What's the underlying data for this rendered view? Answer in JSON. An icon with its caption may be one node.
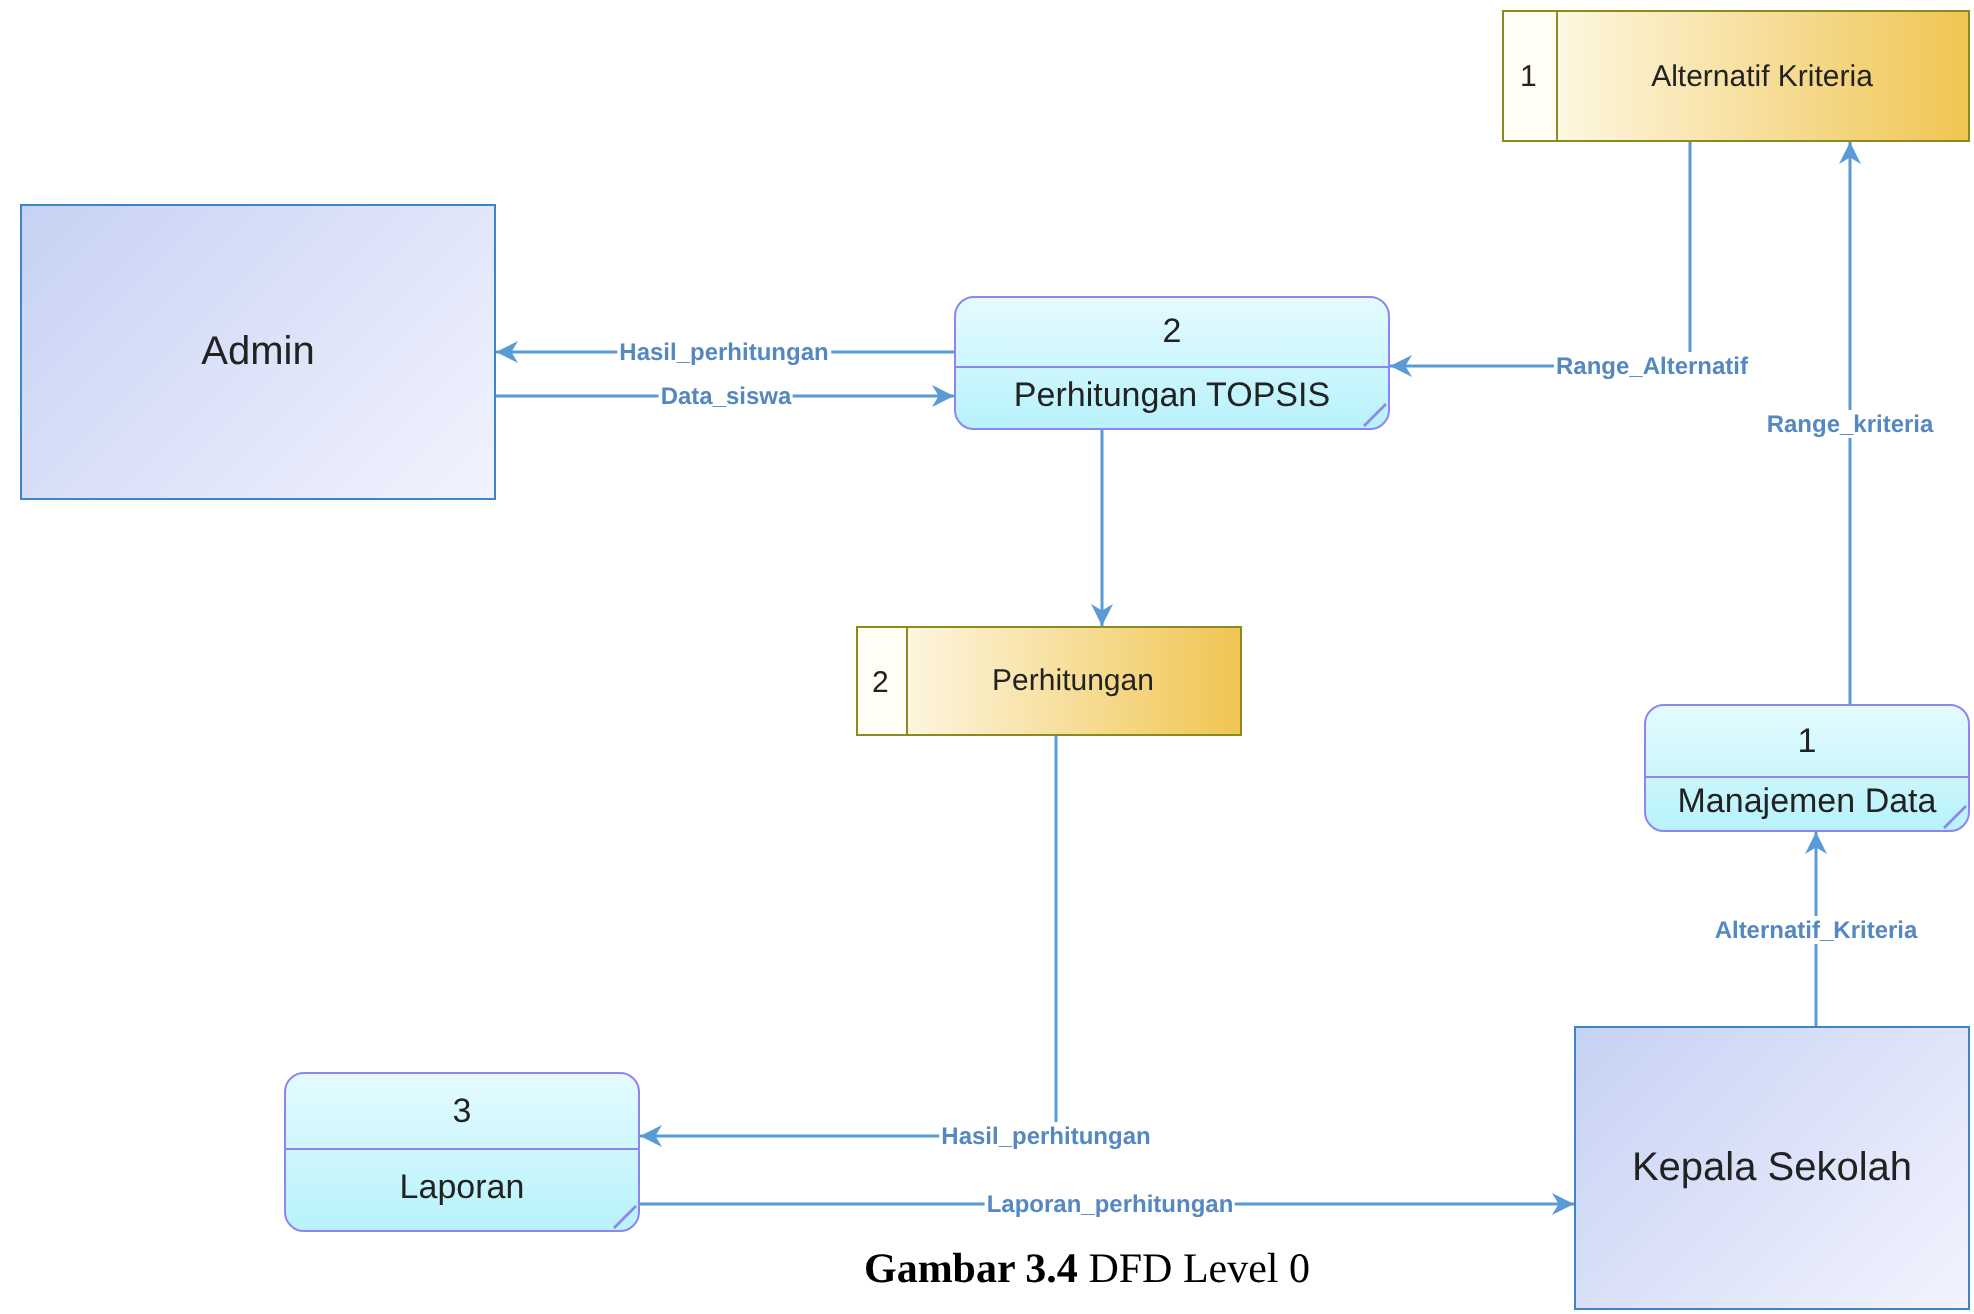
{
  "diagram": {
    "caption": "**Gambar 3.4** DFD Level 0",
    "nodes": [
      {
        "text": [
          "Admin"
        ]
      },
      {
        "text": [
          "2",
          "Perhitungan TOPSIS"
        ]
      },
      {
        "text": [
          "1",
          "Alternatif Kriteria"
        ]
      },
      {
        "text": [
          "2",
          "Perhitungan"
        ]
      },
      {
        "text": [
          "1",
          "Manajemen Data"
        ]
      },
      {
        "text": [
          "3",
          "Laporan"
        ]
      },
      {
        "text": [
          "Kepala Sekolah"
        ]
      }
    ],
    "edges": [
      {
        "from": 1,
        "to": 0,
        "arrow": "to",
        "label": "Hasil_perhitungan"
      },
      {
        "from": 0,
        "to": 1,
        "arrow": "to",
        "label": "Data_siswa"
      },
      {
        "from": 2,
        "to": 1,
        "arrow": "to",
        "label": "Range_Alternatif"
      },
      {
        "from": 4,
        "to": 2,
        "arrow": "to",
        "label": "Range_kriteria"
      },
      {
        "from": 1,
        "to": 3,
        "arrow": "to"
      },
      {
        "from": 6,
        "to": 4,
        "arrow": "to",
        "label": "Alternatif_Kriteria"
      },
      {
        "from": 3,
        "to": 5,
        "arrow": "to",
        "label": "Hasil_perhitungan"
      },
      {
        "from": 5,
        "to": 6,
        "arrow": "to",
        "label": "Laporan_perhitungan"
      }
    ]
  }
}
